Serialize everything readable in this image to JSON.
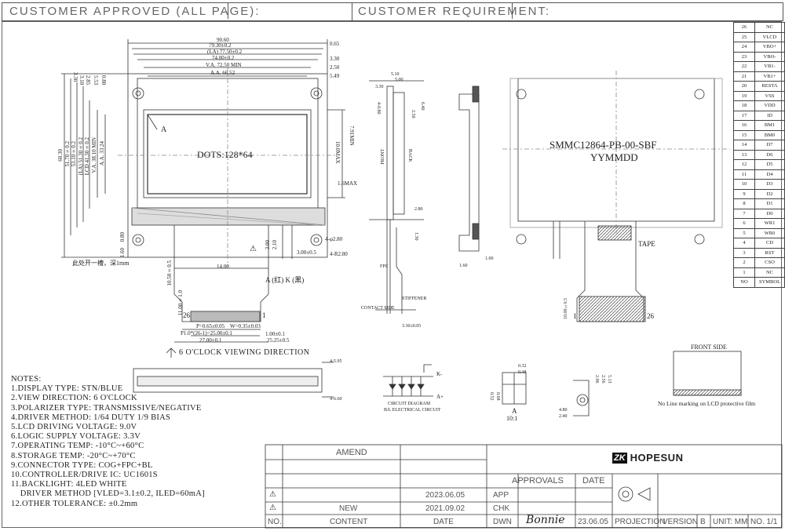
{
  "header": {
    "customer_approved": "CUSTOMER   APPROVED   (ALL   PAGE):",
    "customer_requirement": "CUSTOMER   REQUIREMENT:"
  },
  "front_view": {
    "dots_label": "DOTS:128*64",
    "point_label": "A",
    "top_dims": [
      "90.60",
      "79.30±0.2",
      "(LA) 77.50±0.2",
      "74.00±0.2",
      "V.A. 72.50 MIN",
      "A.A. 66.52"
    ],
    "right_dims": [
      "0.65",
      "3.30",
      "2.50",
      "5.49"
    ],
    "left_dims": [
      "3.30",
      "3.10",
      "2.85",
      "5.53",
      "0.80"
    ],
    "vert_dims": [
      "60.30",
      "51.70±0.2",
      "53.10±0.2",
      "(LA) 51.30±0.2",
      "LCD 41.30±0.2",
      "V.A. 38.10 MIN",
      "A.A. 33.24"
    ],
    "other_dims": [
      "7.91MIN",
      "10.0MAX",
      "1.6MAX",
      "4-φ2.80",
      "4-R2.80",
      "0.80",
      "1.60",
      "10.50±0.5",
      "14.00",
      "11.00±1.0",
      "26",
      "1",
      "P=0.65±0.05",
      "W=0.35±0.03",
      "P1.0*(26-1)=25.00±0.1",
      "27.00±0.1",
      "1.00±0.1",
      "25.25±0.5",
      "3.00",
      "2.10",
      "3.00±0.5"
    ],
    "hole_note": "此处开一槽，深1mm",
    "ak_label": "A (红)  K (黑)",
    "viewing": "6 O'CLOCK VIEWING DIRECTION"
  },
  "side_view": {
    "dims": [
      "3.30",
      "5.10",
      "5.00",
      "4-0.80",
      "2.50",
      "6.40",
      "2.80",
      "1.30",
      "3.30±0.05"
    ],
    "labels": [
      "FRONT",
      "BACK",
      "FPC",
      "CONTACT SIDE",
      "STIFFENER"
    ]
  },
  "edge_view": {
    "dims": [
      "1.00",
      "1.60"
    ]
  },
  "back_view": {
    "model": "SMMC12864-PB-00-SBF",
    "date_code": "YYMMDD",
    "tape": "TAPE",
    "pin1": "1",
    "pin26": "26",
    "dim": "10.00±0.5"
  },
  "pins": {
    "header": [
      "NO",
      "SYMBOL"
    ],
    "rows": [
      [
        "26",
        "NC"
      ],
      [
        "25",
        "VLCD"
      ],
      [
        "24",
        "VBO+"
      ],
      [
        "23",
        "VBO-"
      ],
      [
        "22",
        "VB1-"
      ],
      [
        "21",
        "VB1+"
      ],
      [
        "20",
        "RESTA"
      ],
      [
        "19",
        "VSS"
      ],
      [
        "18",
        "VDD"
      ],
      [
        "17",
        "ID"
      ],
      [
        "16",
        "BM1"
      ],
      [
        "15",
        "BM0"
      ],
      [
        "14",
        "D7"
      ],
      [
        "13",
        "D6"
      ],
      [
        "12",
        "D5"
      ],
      [
        "11",
        "D4"
      ],
      [
        "10",
        "D3"
      ],
      [
        "9",
        "D2"
      ],
      [
        "8",
        "D1"
      ],
      [
        "7",
        "D0"
      ],
      [
        "6",
        "WR1"
      ],
      [
        "5",
        "WR0"
      ],
      [
        "4",
        "CD"
      ],
      [
        "3",
        "RST"
      ],
      [
        "2",
        "CSO"
      ],
      [
        "1",
        "NC"
      ]
    ]
  },
  "notes": {
    "title": "NOTES:",
    "items": [
      "1.DISPLAY TYPE: STN/BLUE",
      "2.VIEW DIRECTION: 6 O'CLOCK",
      "3.POLARIZER TYPE: TRANSMISSIVE/NEGATIVE",
      "4.DRIVER METHOD: 1/64 DUTY 1/9 BIAS",
      "5.LCD DRIVING VOLTAGE: 9.0V",
      "6.LOGIC SUPPLY VOLTAGE: 3.3V",
      "7.OPERATING TEMP: -10°C~+60°C",
      "8.STORAGE TEMP: -20°C~+70°C",
      "9.CONNECTOR TYPE: COG+FPC+BL",
      "10.CONTROLLER/DRIVE IC: UC1601S",
      "11.BACKLIGHT: 4LED WHITE",
      "    DRIVER METHOD [VLED=3.1±0.2, ILED=60mA]",
      "12.OTHER TOLERANCE: ±0.2mm"
    ]
  },
  "details": {
    "bottom_dims": [
      "4-5.95",
      "4-6.60"
    ],
    "circuit_title": "CIRCUIT DIAGRAM",
    "circuit_sub": "B/L ELECTRICAL CIRCUIT",
    "k_label": "K-",
    "a_label": "A+",
    "detail_a": "A",
    "detail_scale": "10:1",
    "detail_a_dims": [
      "0.32",
      "0.48",
      "0.52",
      "0.68"
    ],
    "detail_hole_dims": [
      "2.96",
      "2.56",
      "5.13",
      "4.80",
      "2.40"
    ],
    "front_side_title": "FRONT SIDE",
    "front_side_note": "No Line marking on LCD protective film"
  },
  "title_block": {
    "amend": "AMEND",
    "approvals": "APPROVALS",
    "date": "DATE",
    "rows": [
      {
        "no": "",
        "content": "",
        "date": "2023.06.05",
        "role": "APP"
      },
      {
        "no": "",
        "content": "NEW",
        "date": "2021.09.02",
        "role": "CHK"
      },
      {
        "no": "NO.",
        "content": "CONTENT",
        "date": "DATE",
        "role": "DWN"
      }
    ],
    "signature": "Bonnie",
    "sign_date": "23.06.05",
    "projection": "PROJECTION",
    "version_label": "VERSION",
    "version": "B",
    "unit": "UNIT: MM",
    "sheet": "NO. 1/1",
    "logo_text": "HOPESUN",
    "logo_mark": "ZK"
  }
}
